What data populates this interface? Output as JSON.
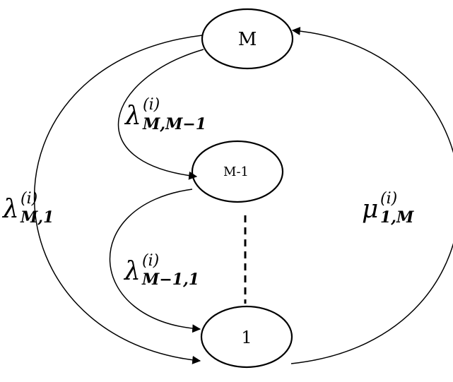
{
  "states": {
    "top": "M",
    "middle": "M-1",
    "bottom": "1"
  },
  "rates": {
    "m_to_m1": {
      "symbol": "λ",
      "sup": "(i)",
      "sub": "M,M−1"
    },
    "m1_to_1": {
      "symbol": "λ",
      "sup": "(i)",
      "sub": "M−1,1"
    },
    "m_to_1": {
      "symbol": "λ",
      "sup": "(i)",
      "sub": "M,1"
    },
    "one_to_m": {
      "symbol": "μ",
      "sup": "(i)",
      "sub": "1,M"
    }
  },
  "colors": {
    "stroke": "#000000",
    "background": "#ffffff"
  }
}
